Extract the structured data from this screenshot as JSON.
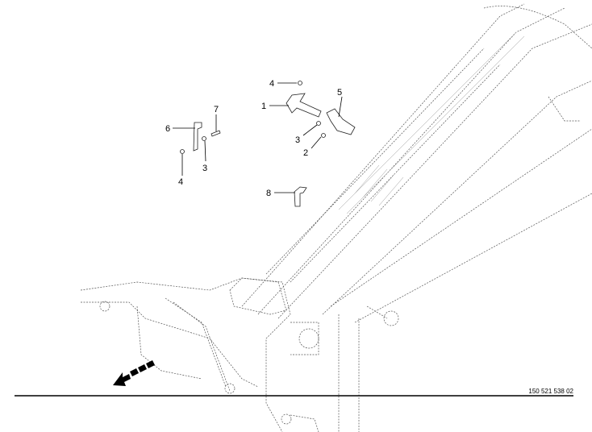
{
  "drawing": {
    "reference_number": "150 521 538 02",
    "callouts": [
      {
        "id": "c4a",
        "label": "4"
      },
      {
        "id": "c1",
        "label": "1"
      },
      {
        "id": "c5",
        "label": "5"
      },
      {
        "id": "c3a",
        "label": "3"
      },
      {
        "id": "c2",
        "label": "2"
      },
      {
        "id": "c7",
        "label": "7"
      },
      {
        "id": "c6",
        "label": "6"
      },
      {
        "id": "c3b",
        "label": "3"
      },
      {
        "id": "c4b",
        "label": "4"
      },
      {
        "id": "c8",
        "label": "8"
      }
    ],
    "direction_icon": "direction-arrow-icon"
  }
}
